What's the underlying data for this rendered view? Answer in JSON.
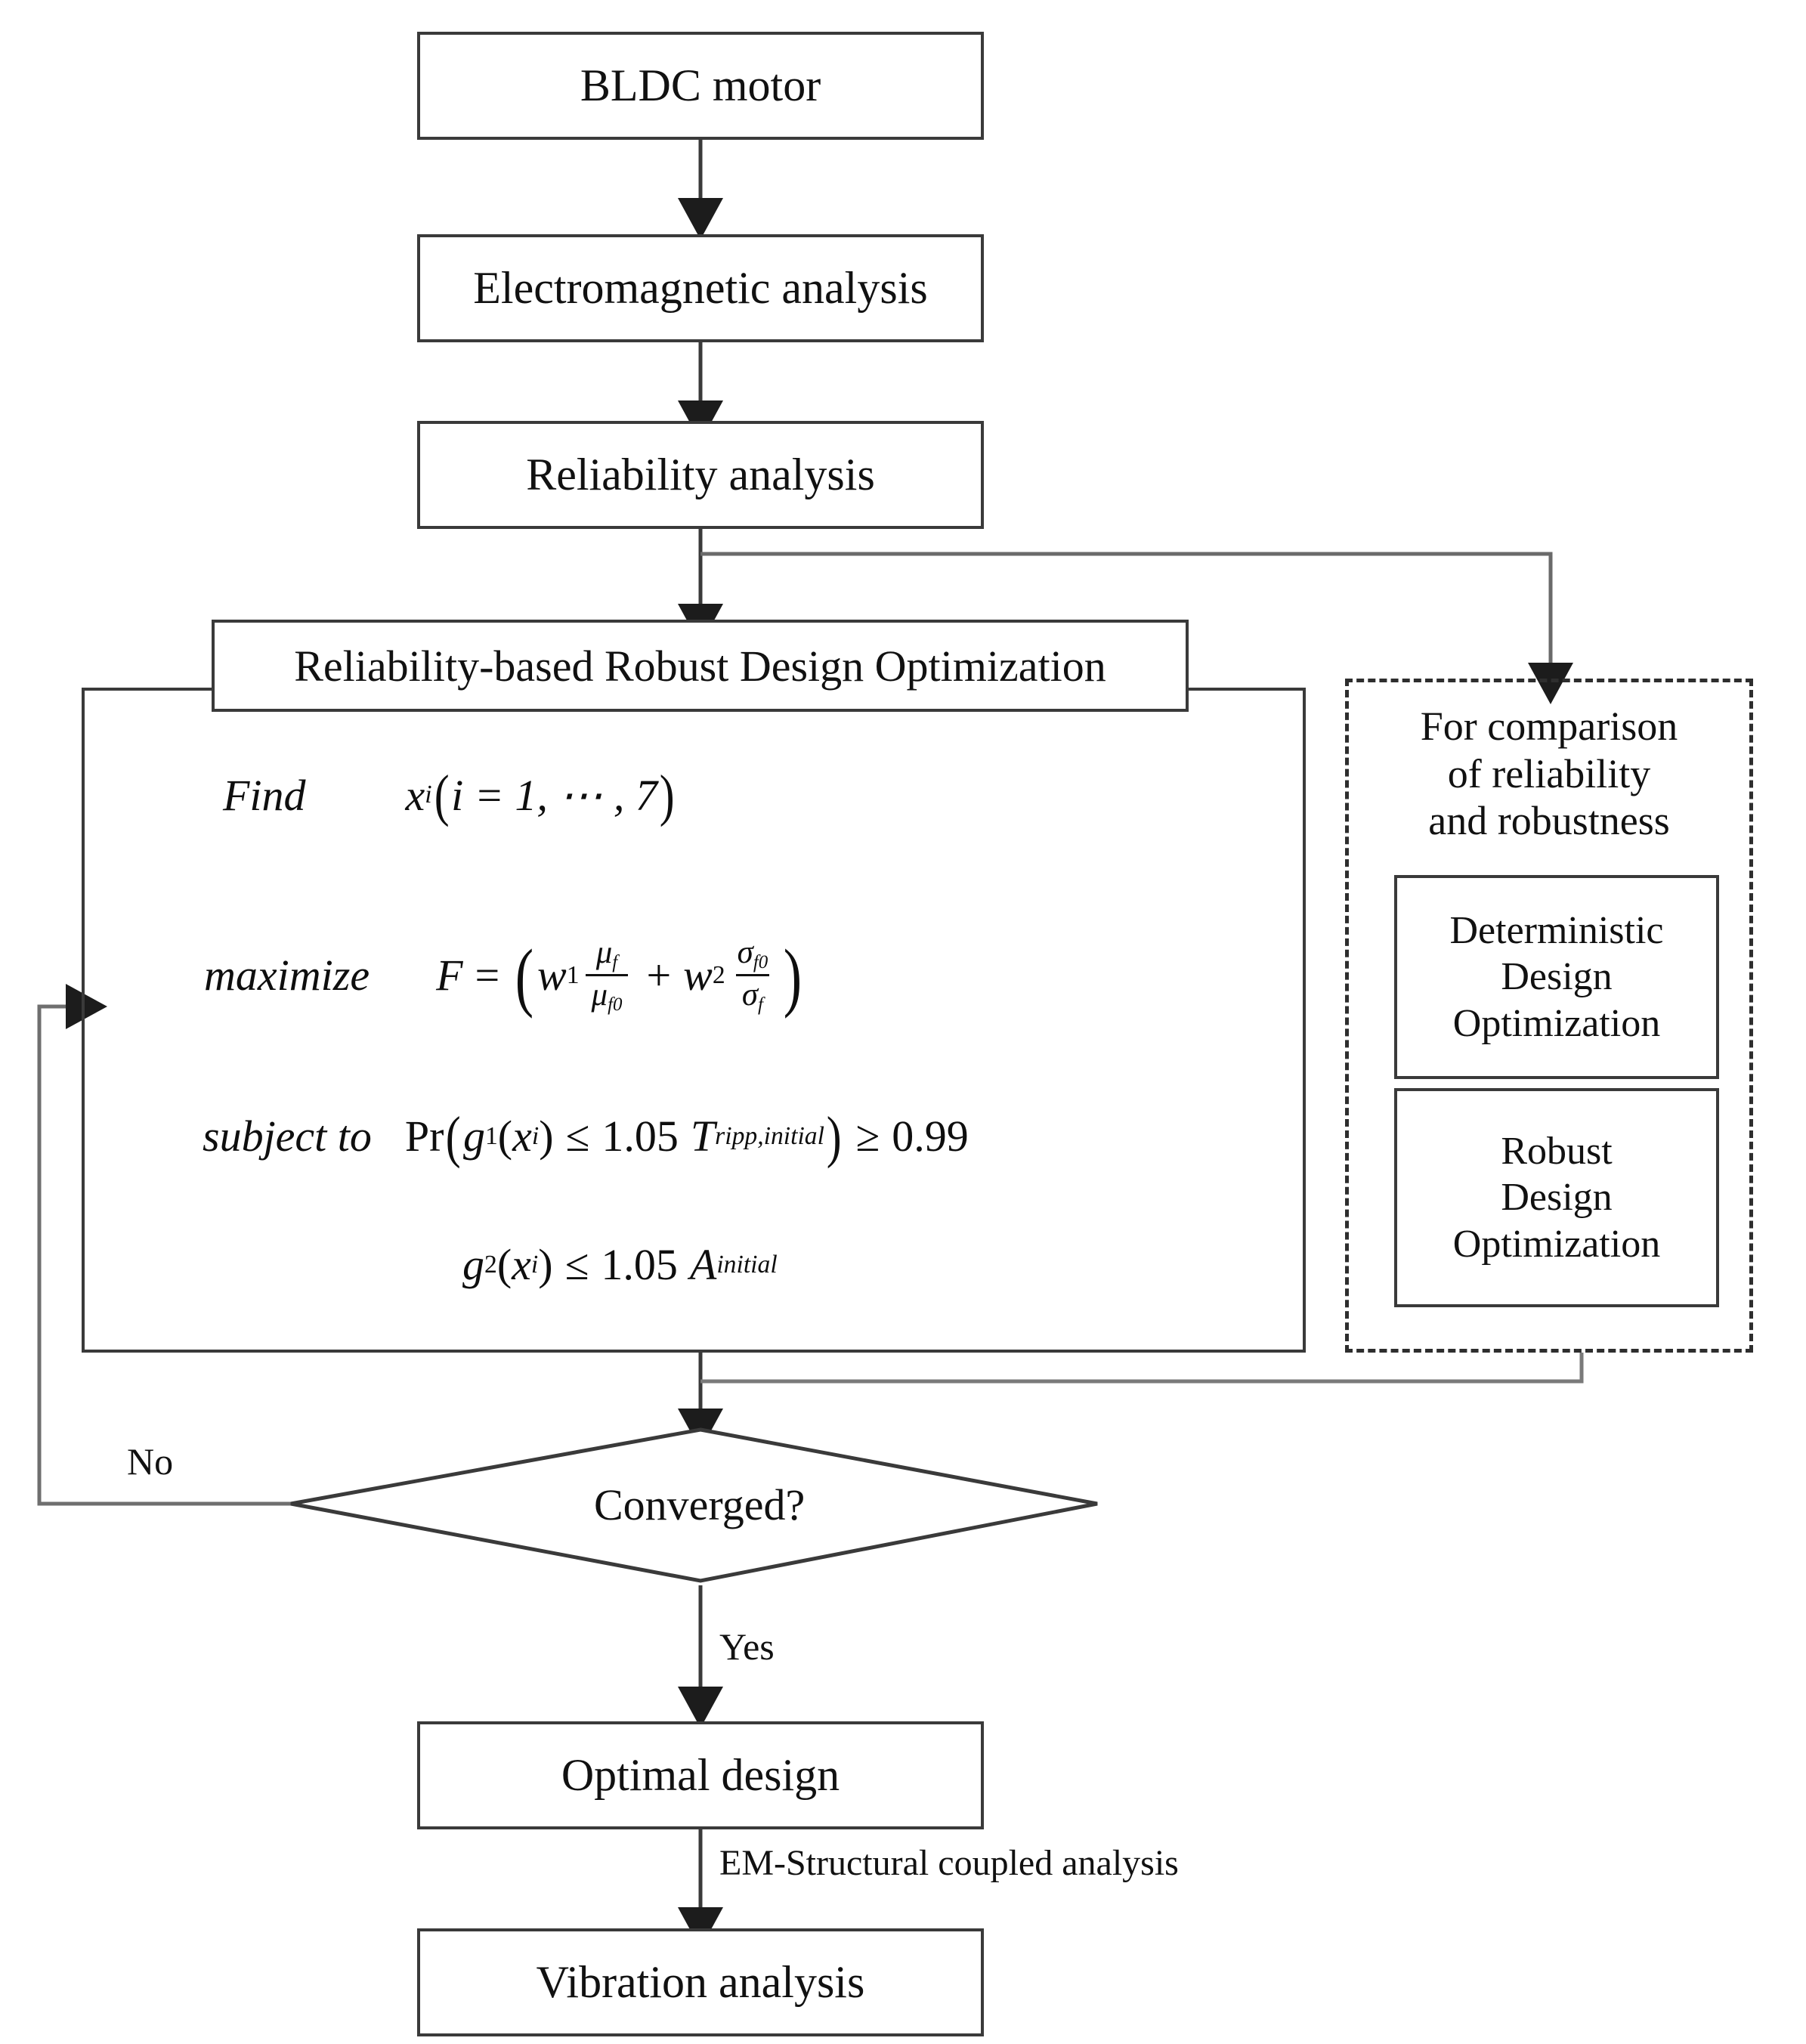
{
  "diagram": {
    "title": "BLDC motor reliability-based robust design optimization flowchart",
    "type": "flowchart",
    "nodes": [
      {
        "id": "bldc-motor",
        "label": "BLDC motor",
        "shape": "rectangle"
      },
      {
        "id": "electromagnetic-analysis",
        "label": "Electromagnetic analysis",
        "shape": "rectangle"
      },
      {
        "id": "reliability-analysis",
        "label": "Reliability analysis",
        "shape": "rectangle"
      },
      {
        "id": "rbdo",
        "label": "Reliability-based Robust Design Optimization",
        "shape": "rectangle"
      },
      {
        "id": "converged",
        "label": "Converged?",
        "shape": "diamond"
      },
      {
        "id": "optimal-design",
        "label": "Optimal design",
        "shape": "rectangle"
      },
      {
        "id": "vibration-analysis",
        "label": "Vibration analysis",
        "shape": "rectangle"
      }
    ],
    "edge_labels": {
      "no": "No",
      "yes": "Yes",
      "coupled": "EM-Structural coupled analysis"
    }
  },
  "rbdo": {
    "title": "Reliability-based Robust Design Optimization",
    "find": {
      "keyword": "Find",
      "variable": "x",
      "variable_sub": "i",
      "range_open": "(",
      "range_text": "i = 1, ⋯ , 7",
      "range_close": ")"
    },
    "maximize": {
      "keyword": "maximize",
      "objective": "F",
      "equals": "=",
      "w1": "w",
      "w1_sub": "1",
      "term1_num": "μ",
      "term1_num_sub": "f",
      "term1_den": "μ",
      "term1_den_sub": "f0",
      "plus": "+",
      "w2": "w",
      "w2_sub": "2",
      "term2_num": "σ",
      "term2_num_sub": "f0",
      "term2_den": "σ",
      "term2_den_sub": "f"
    },
    "subject_to": {
      "keyword": "subject to",
      "pr": "Pr",
      "g1": "g",
      "g1_sub": "1",
      "arg": "x",
      "arg_sub": "i",
      "le": "≤",
      "factor": "1.05",
      "threshold": "T",
      "threshold_sub": "ripp,initial",
      "ge": "≥",
      "probability": "0.99"
    },
    "constraint2": {
      "g2": "g",
      "g2_sub": "2",
      "arg": "x",
      "arg_sub": "i",
      "le": "≤",
      "factor": "1.05",
      "limit": "A",
      "limit_sub": "initial"
    }
  },
  "comparison": {
    "caption_line1": "For comparison",
    "caption_line2": "of reliability",
    "caption_line3": "and robustness",
    "boxes": [
      {
        "id": "ddo",
        "line1": "Deterministic",
        "line2": "Design",
        "line3": "Optimization"
      },
      {
        "id": "rdo",
        "line1": "Robust",
        "line2": "Design",
        "line3": "Optimization"
      }
    ]
  },
  "colors": {
    "stroke": "#3a3a3a",
    "text": "#111111",
    "background": "#ffffff",
    "dashed_stroke": "#2e2e2e"
  }
}
